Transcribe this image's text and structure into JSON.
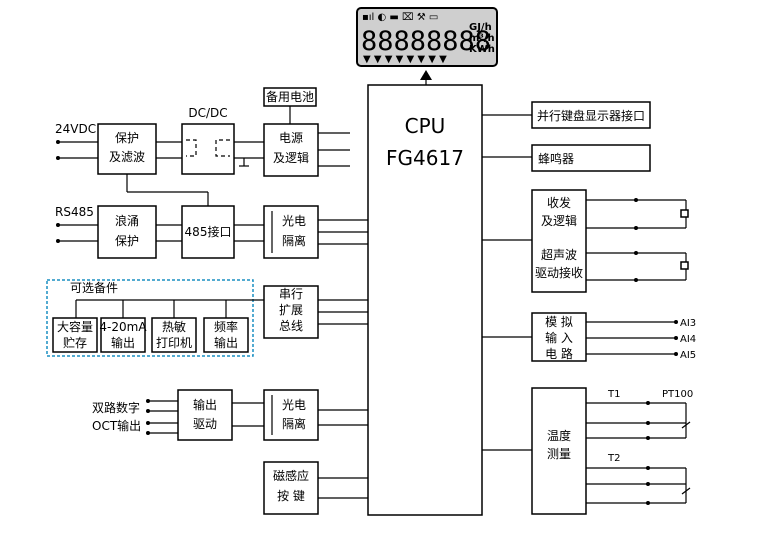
{
  "lcd": {
    "digits": "88888888",
    "unit_top": "GJ/h",
    "unit_mid": "m³/h",
    "unit_bot": "KWh"
  },
  "cpu": {
    "line1": "CPU",
    "line2": "FG4617"
  },
  "left": {
    "v24": "24VDC",
    "rs485": "RS485",
    "protect1": "保护",
    "protect2": "及滤波",
    "dcdc": "DC/DC",
    "battery": "备用电池",
    "power1": "电源",
    "power2": "及逻辑",
    "surge1": "浪涌",
    "surge2": "保护",
    "if485": "485接口",
    "opto1a": "光电",
    "opto1b": "隔离",
    "optional": "可选备件",
    "opt_items": [
      {
        "l1": "大容量",
        "l2": "贮存"
      },
      {
        "l1": "4-20mA",
        "l2": "输出"
      },
      {
        "l1": "热敏",
        "l2": "打印机"
      },
      {
        "l1": "频率",
        "l2": "输出"
      }
    ],
    "serial1": "串行",
    "serial2": "扩展",
    "serial3": "总线",
    "dual": "双路数字",
    "oct": "OCT输出",
    "out1": "输出",
    "out2": "驱动",
    "opto2a": "光电",
    "opto2b": "隔离",
    "mag1": "磁感应",
    "mag2": "按  键"
  },
  "right": {
    "parallel": "并行键盘显示器接口",
    "buzzer": "蜂鸣器",
    "tx1": "收发",
    "tx2": "及逻辑",
    "us1": "超声波",
    "us2": "驱动接收",
    "an1": "模 拟",
    "an2": "输 入",
    "an3": "电 路",
    "ai": [
      "AI3",
      "AI4",
      "AI5"
    ],
    "temp1": "温度",
    "temp2": "测量",
    "t1": "T1",
    "t2": "T2",
    "pt": "PT100"
  }
}
